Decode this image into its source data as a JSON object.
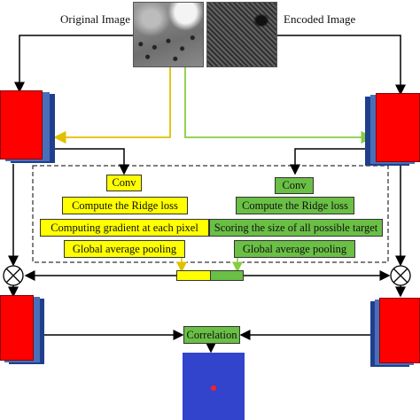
{
  "labels": {
    "original_image": "Original Image",
    "encoded_image": "Encoded Image",
    "correlation": "Correlation"
  },
  "left_branch": {
    "conv": "Conv",
    "ridge_loss": "Compute the Ridge loss",
    "gradient": "Computing gradient at each pixel",
    "pooling": "Global average pooling"
  },
  "right_branch": {
    "conv": "Conv",
    "ridge_loss": "Compute the Ridge loss",
    "scoring": "Scoring the size of all possible target",
    "pooling": "Global average pooling"
  },
  "colors": {
    "yellow": "#ffff00",
    "green": "#6abf45",
    "feature_red": "#ff0000",
    "feature_blue": "#1f3f8c",
    "response_map": "#3344cc",
    "peak": "#ff2020",
    "yellow_line": "#e0c000",
    "green_line": "#88cc44"
  }
}
